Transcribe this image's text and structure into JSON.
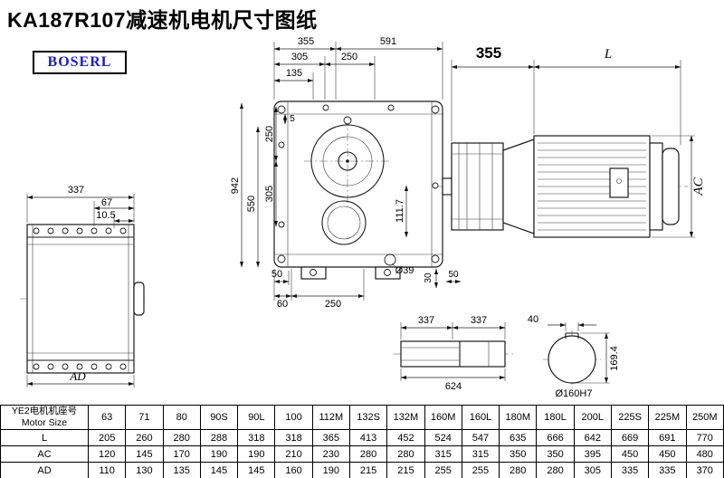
{
  "title": "KA187R107减速机电机尺寸图纸",
  "logo": "BOSERL",
  "dims": {
    "front": {
      "w355": "355",
      "w591": "591",
      "w305": "305",
      "w250": "250",
      "w135": "135",
      "v250": "250",
      "v5": "5",
      "v305": "305",
      "v550": "550",
      "v942": "942",
      "v1117": "111.7",
      "b50l": "50",
      "b60": "60",
      "b250": "250",
      "bd39": "Ø39",
      "b30": "30",
      "b50r": "50"
    },
    "left": {
      "w337": "337",
      "w67": "67",
      "w105": "10.5",
      "ad": "AD"
    },
    "motor": {
      "w355": "355",
      "wl": "L",
      "ac": "AC"
    },
    "shaft": {
      "a337": "337",
      "b337": "337",
      "t624": "624"
    },
    "end": {
      "k40": "40",
      "h1694": "169.4",
      "dia": "Ø160H7"
    }
  },
  "table": {
    "header_cn": "YE2电机机座号",
    "header_en": "Motor Size",
    "columns": [
      "63",
      "71",
      "80",
      "90S",
      "90L",
      "100",
      "112M",
      "132S",
      "132M",
      "160M",
      "160L",
      "180M",
      "180L",
      "200L",
      "225S",
      "225M",
      "250M"
    ],
    "rows": [
      {
        "label": "L",
        "values": [
          "205",
          "260",
          "280",
          "288",
          "318",
          "318",
          "365",
          "413",
          "452",
          "524",
          "547",
          "635",
          "666",
          "642",
          "669",
          "691",
          "770"
        ]
      },
      {
        "label": "AC",
        "values": [
          "120",
          "145",
          "170",
          "190",
          "190",
          "210",
          "230",
          "280",
          "280",
          "315",
          "315",
          "350",
          "350",
          "395",
          "450",
          "450",
          "480"
        ]
      },
      {
        "label": "AD",
        "values": [
          "110",
          "130",
          "135",
          "145",
          "145",
          "160",
          "190",
          "215",
          "215",
          "255",
          "255",
          "280",
          "280",
          "305",
          "335",
          "335",
          "370"
        ]
      }
    ]
  }
}
